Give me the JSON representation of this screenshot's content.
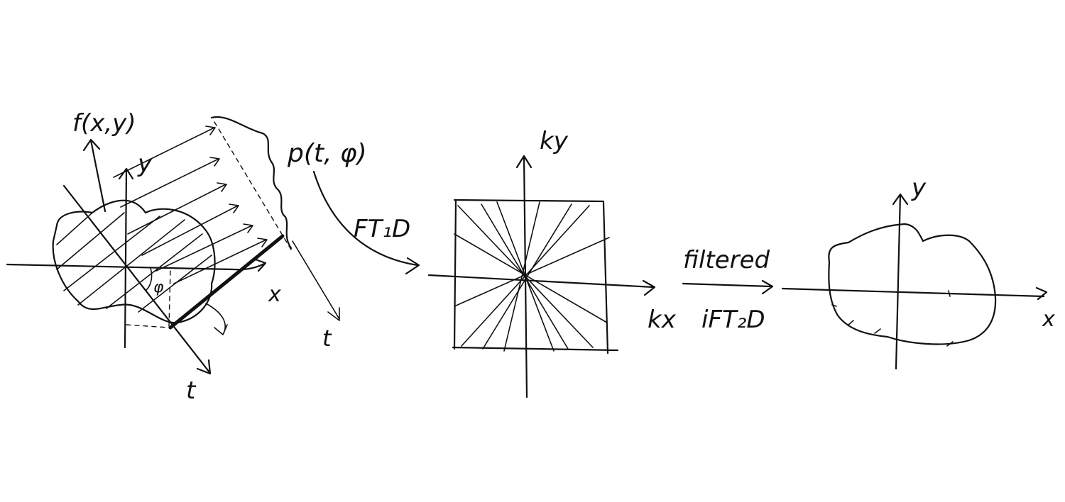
{
  "panel_object": {
    "func_label": "f(x,y)",
    "y_axis_label": "y",
    "x_axis_label": "x",
    "t_axis_label": "t",
    "angle_label": "φ"
  },
  "projection": {
    "label": "p(t, φ)",
    "t_axis_label": "t"
  },
  "arrow_1": {
    "label": "FT₁D"
  },
  "panel_kspace": {
    "ky_label": "ky",
    "kx_label": "kx"
  },
  "arrow_2": {
    "top_label": "filtered",
    "bottom_label": "iFT₂D"
  },
  "panel_image": {
    "y_axis_label": "y",
    "x_axis_label": "x"
  },
  "colors": {
    "ink": "#111111",
    "background": "#ffffff"
  }
}
